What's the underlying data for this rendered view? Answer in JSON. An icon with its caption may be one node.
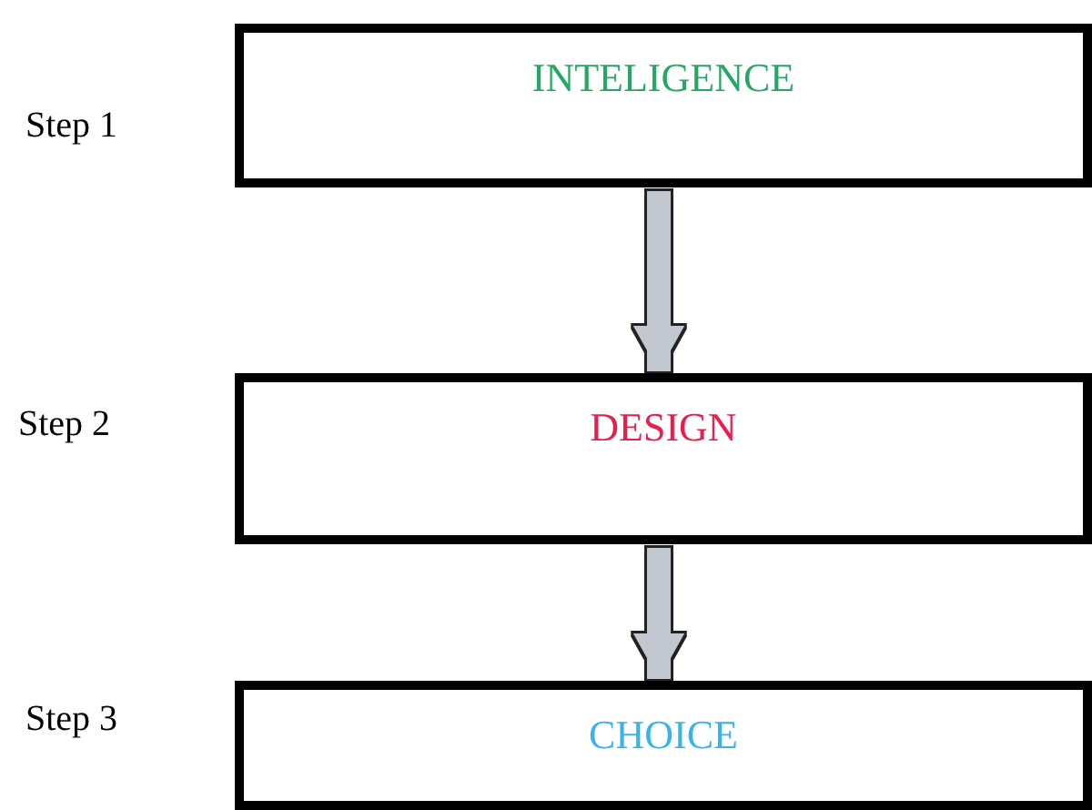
{
  "diagram": {
    "nodes": [
      {
        "text": [
          "INTELIGENCE"
        ],
        "beside": [
          "Step 1"
        ]
      },
      {
        "text": [
          "DESIGN"
        ],
        "beside": [
          "Step 2"
        ]
      },
      {
        "text": [
          "CHOICE"
        ],
        "beside": [
          "Step 3"
        ]
      }
    ],
    "edges": [
      {
        "from": 0,
        "to": 1,
        "arrow": "to"
      },
      {
        "from": 1,
        "to": 2,
        "arrow": "to"
      }
    ]
  }
}
